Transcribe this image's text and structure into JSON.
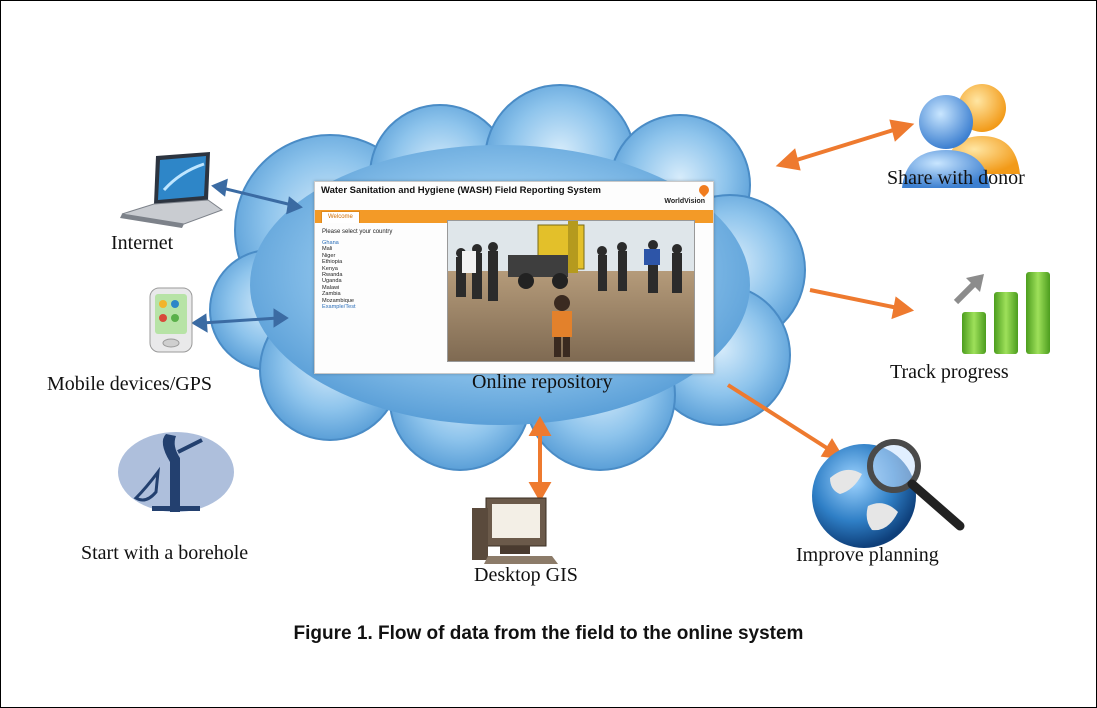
{
  "labels": {
    "internet": "Internet",
    "mobile": "Mobile devices/GPS",
    "borehole": "Start with a borehole",
    "desktop": "Desktop GIS",
    "repository": "Online repository",
    "donor": "Share with donor",
    "progress": "Track progress",
    "planning": "Improve planning"
  },
  "caption": "Figure 1. Flow of data from the field to the online system",
  "screenshot": {
    "title": "Water Sanitation and Hygiene (WASH) Field Reporting System",
    "brand": "WorldVision",
    "tab": "Welcome",
    "prompt": "Please select your country",
    "countries": [
      "Ghana",
      "Mali",
      "Niger",
      "Ethiopia",
      "Kenya",
      "Rwanda",
      "Uganda",
      "Malawi",
      "Zambia",
      "Mozambique",
      "Example/Test"
    ]
  },
  "colors": {
    "cloud": "#6fb0e2",
    "inbound_arrow": "#3b6ba3",
    "outbound_arrow": "#ee7a2f",
    "tab_bar": "#f39a27"
  },
  "icons": [
    "laptop-icon",
    "mobile-device-icon",
    "borehole-pump-icon",
    "desktop-computer-icon",
    "people-icon",
    "bar-chart-icon",
    "globe-magnifier-icon"
  ]
}
